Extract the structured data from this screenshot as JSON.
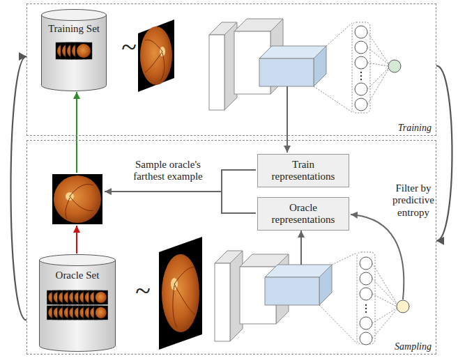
{
  "diagram": {
    "nodes": [
      {
        "text": [
          "Training"
        ]
      },
      {
        "text": [
          "Training Set"
        ],
        "in": 0
      },
      {
        "text": [
          "Sampling"
        ]
      },
      {
        "text": [
          "Train representations"
        ],
        "in": 2
      },
      {
        "text": [
          "Oracle representations"
        ],
        "in": 2
      },
      {
        "text": [
          "Oracle Set"
        ],
        "in": 2
      }
    ],
    "edges": [
      {
        "from": 0,
        "to": 2,
        "arrow": "to"
      },
      {
        "from": 2,
        "to": 0,
        "arrow": "to"
      }
    ],
    "labels": [
      "~",
      "~",
      "Sample oracle's farthest example",
      "Filter by predictive entropy"
    ]
  }
}
